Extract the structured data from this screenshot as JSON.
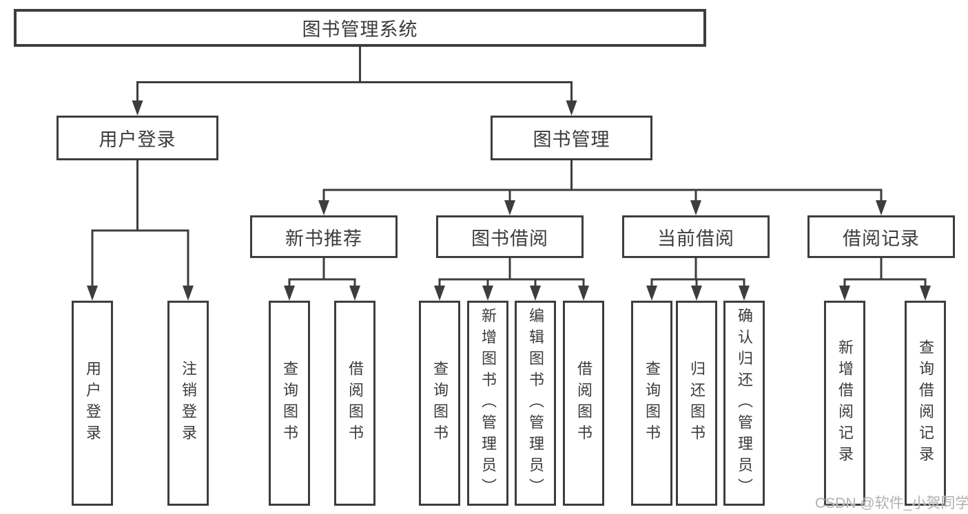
{
  "diagram": {
    "root": "图书管理系统",
    "level2": [
      {
        "label": "用户登录",
        "children": [
          "用户登录",
          "注销登录"
        ]
      },
      {
        "label": "图书管理"
      }
    ],
    "level3": [
      {
        "label": "新书推荐",
        "children": [
          "查询图书",
          "借阅图书"
        ]
      },
      {
        "label": "图书借阅",
        "children": [
          "查询图书",
          "新增图书（管理员）",
          "编辑图书（管理员）",
          "借阅图书"
        ]
      },
      {
        "label": "当前借阅",
        "children": [
          "查询图书",
          "归还图书",
          "确认归还（管理员）"
        ]
      },
      {
        "label": "借阅记录",
        "children": [
          "新增借阅记录",
          "查询借阅记录"
        ]
      }
    ]
  },
  "watermark": "CSDN @软件_小贺同学",
  "colors": {
    "line": "#3d3d3d",
    "text": "#3b3b3b",
    "watermark": "#b0b0b0",
    "background": "#ffffff"
  }
}
